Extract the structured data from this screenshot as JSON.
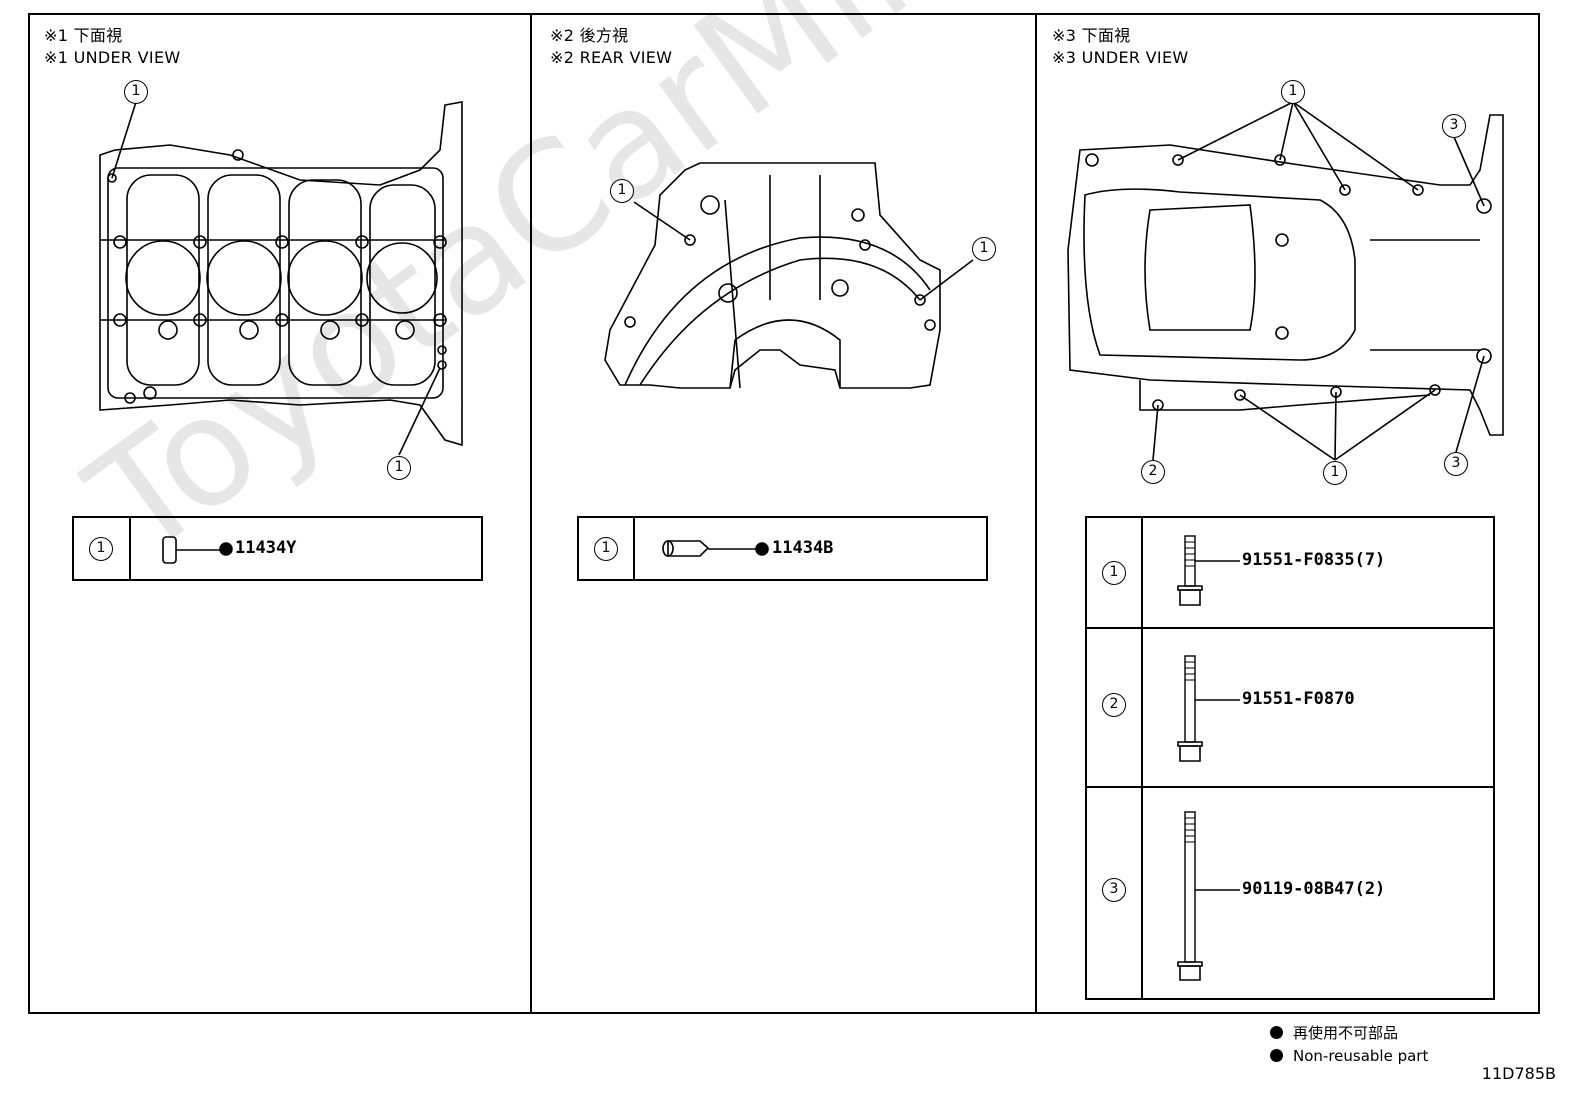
{
  "panels": [
    {
      "title_jp": "※1 下面視",
      "title_en": "※1 UNDER VIEW",
      "callouts": [
        "1",
        "1"
      ]
    },
    {
      "title_jp": "※2 後方視",
      "title_en": "※2 REAR VIEW",
      "callouts": [
        "1",
        "1"
      ]
    },
    {
      "title_jp": "※3 下面視",
      "title_en": "※3 UNDER VIEW",
      "callouts": [
        "1",
        "1",
        "2",
        "3",
        "3"
      ]
    }
  ],
  "parts_tables": [
    {
      "rows": [
        {
          "ref": "1",
          "part_no": "11434Y",
          "nonreusable": true
        }
      ]
    },
    {
      "rows": [
        {
          "ref": "1",
          "part_no": "11434B",
          "nonreusable": true
        }
      ]
    },
    {
      "rows": [
        {
          "ref": "1",
          "part_no": "91551-F0835(7)"
        },
        {
          "ref": "2",
          "part_no": "91551-F0870"
        },
        {
          "ref": "3",
          "part_no": "90119-08B47(2)"
        }
      ]
    }
  ],
  "legend": {
    "jp": "再使用不可部品",
    "en": "Non-reusable part"
  },
  "figure_code": "11D785B",
  "watermark": "ToyotaCarMine.ru"
}
